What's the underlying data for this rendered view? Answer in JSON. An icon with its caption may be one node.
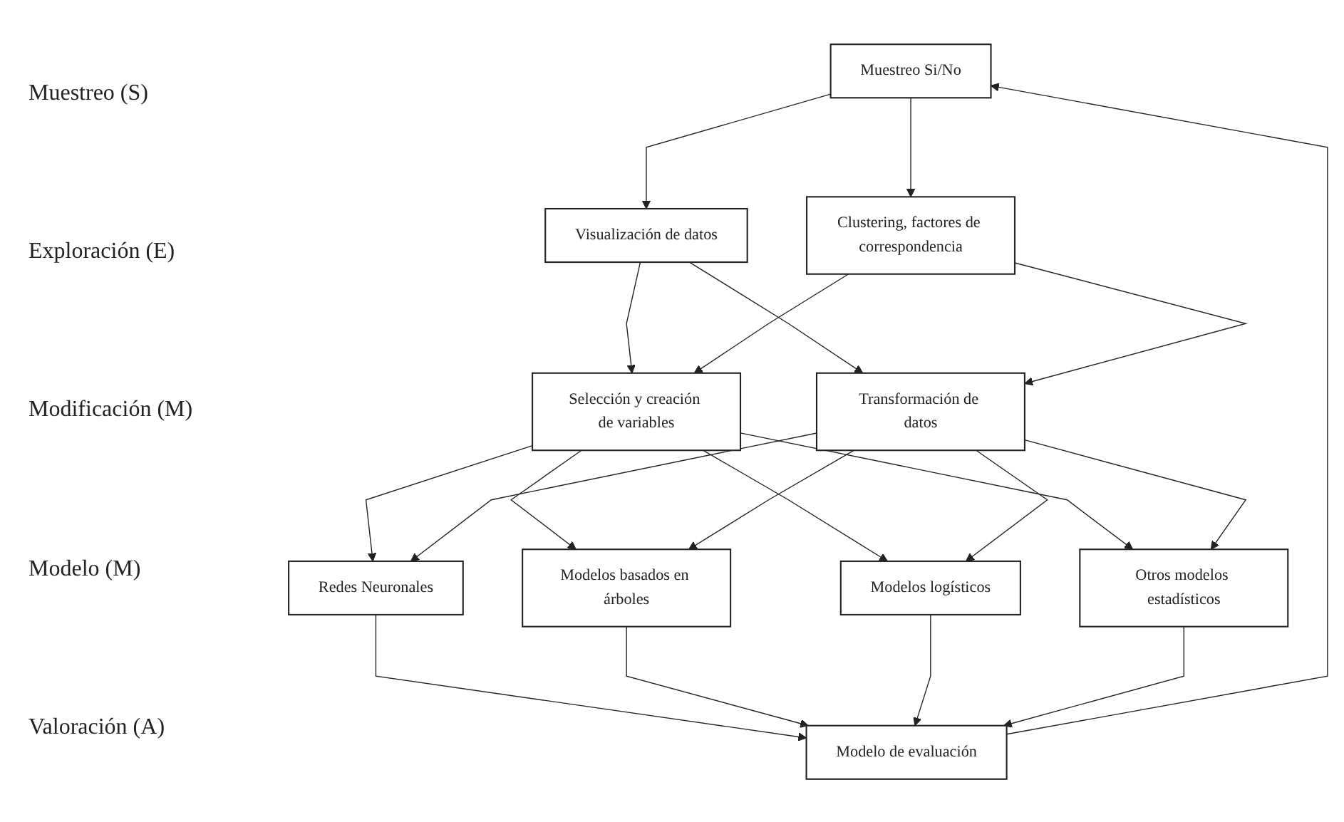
{
  "diagram": {
    "nodes": [
      {
        "text": [
          "Muestreo Si/No"
        ]
      },
      {
        "text": [
          "Visualización de datos"
        ]
      },
      {
        "text": [
          "Clustering, factores de correspondencia"
        ]
      },
      {
        "text": [
          "Selección y creación de variables"
        ]
      },
      {
        "text": [
          "Transformación de datos"
        ]
      },
      {
        "text": [
          "Redes Neuronales"
        ]
      },
      {
        "text": [
          "Modelos basados en árboles"
        ]
      },
      {
        "text": [
          "Modelos logísticos"
        ]
      },
      {
        "text": [
          "Otros modelos estadísticos"
        ]
      },
      {
        "text": [
          "Modelo de evaluación"
        ]
      }
    ],
    "edges": [
      {
        "from": 0,
        "to": 1,
        "arrow": "to"
      },
      {
        "from": 0,
        "to": 2,
        "arrow": "to"
      },
      {
        "from": 1,
        "to": 3,
        "arrow": "to"
      },
      {
        "from": 1,
        "to": 4,
        "arrow": "to"
      },
      {
        "from": 2,
        "to": 3,
        "arrow": "to"
      },
      {
        "from": 2,
        "to": 4,
        "arrow": "to"
      },
      {
        "from": 3,
        "to": 5,
        "arrow": "to"
      },
      {
        "from": 3,
        "to": 6,
        "arrow": "to"
      },
      {
        "from": 3,
        "to": 7,
        "arrow": "to"
      },
      {
        "from": 3,
        "to": 8,
        "arrow": "to"
      },
      {
        "from": 4,
        "to": 5,
        "arrow": "to"
      },
      {
        "from": 4,
        "to": 6,
        "arrow": "to"
      },
      {
        "from": 4,
        "to": 7,
        "arrow": "to"
      },
      {
        "from": 4,
        "to": 8,
        "arrow": "to"
      },
      {
        "from": 5,
        "to": 9,
        "arrow": "to"
      },
      {
        "from": 6,
        "to": 9,
        "arrow": "to"
      },
      {
        "from": 7,
        "to": 9,
        "arrow": "to"
      },
      {
        "from": 8,
        "to": 9,
        "arrow": "to"
      },
      {
        "from": 9,
        "to": 0,
        "arrow": "to"
      }
    ],
    "labels": [
      "Muestreo (S)",
      "Exploración (E)",
      "Modificación (M)",
      "Modelo (M)",
      "Valoración (A)"
    ]
  }
}
